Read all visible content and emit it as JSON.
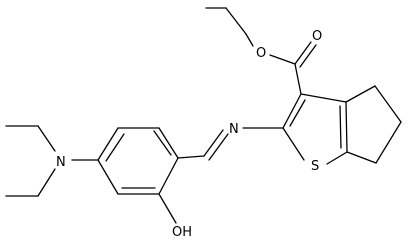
{
  "colors": {
    "background": "#ffffff",
    "ink": "#000000"
  },
  "molecule": {
    "atoms": {
      "o_carbonyl": "O",
      "o_ester": "O",
      "n_imine": "N",
      "s_thiophene": "S",
      "n_amine": "N",
      "o_hydroxyl": "OH"
    }
  }
}
